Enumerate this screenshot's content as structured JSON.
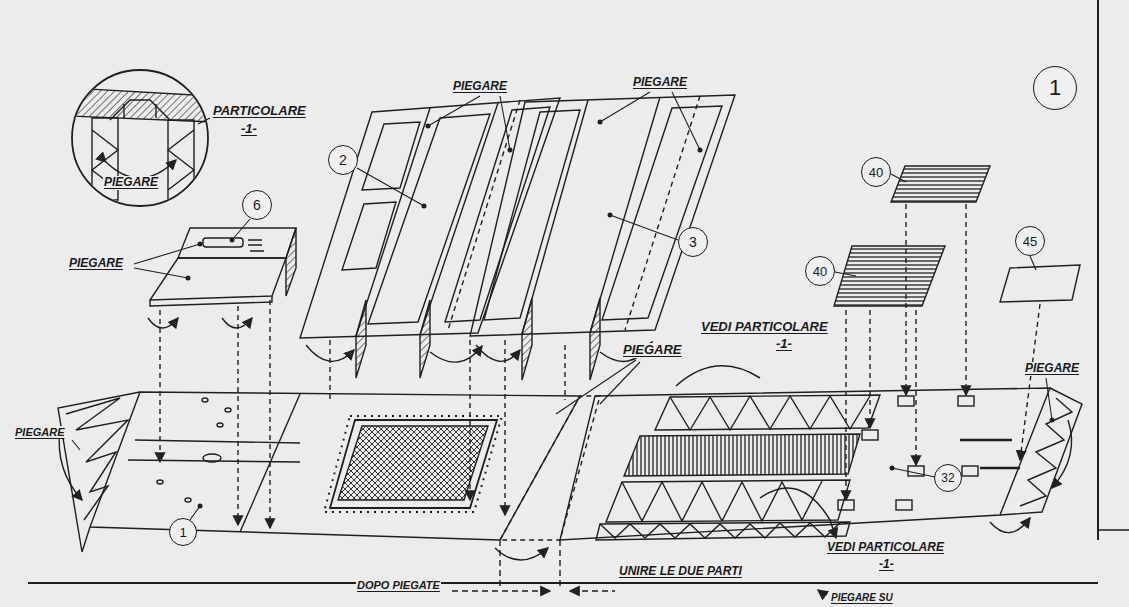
{
  "diagram": {
    "nodes": [
      {
        "text": [
          "1"
        ]
      },
      {
        "text": [
          "2"
        ]
      },
      {
        "text": [
          "40"
        ]
      },
      {
        "text": [
          "6"
        ]
      },
      {
        "text": [
          "45"
        ]
      },
      {
        "text": [
          "3"
        ]
      },
      {
        "text": [
          "40"
        ]
      },
      {
        "text": [
          "32"
        ]
      },
      {
        "text": [
          "1"
        ]
      }
    ],
    "labels": [
      "PARTICOLARE",
      "-1-",
      "PIEGARE",
      "PIEGARE",
      "PIEGARE",
      "PIEGARE",
      "VEDI PARTICOLARE",
      "-1-",
      "PIEGARE",
      "PIEGARE",
      "PIEGARE",
      "VEDI PARTICOLARE",
      "-1-",
      "DOPO PIEGATE",
      "UNIRE LE DUE PARTI",
      "PIEGARE SU"
    ]
  }
}
